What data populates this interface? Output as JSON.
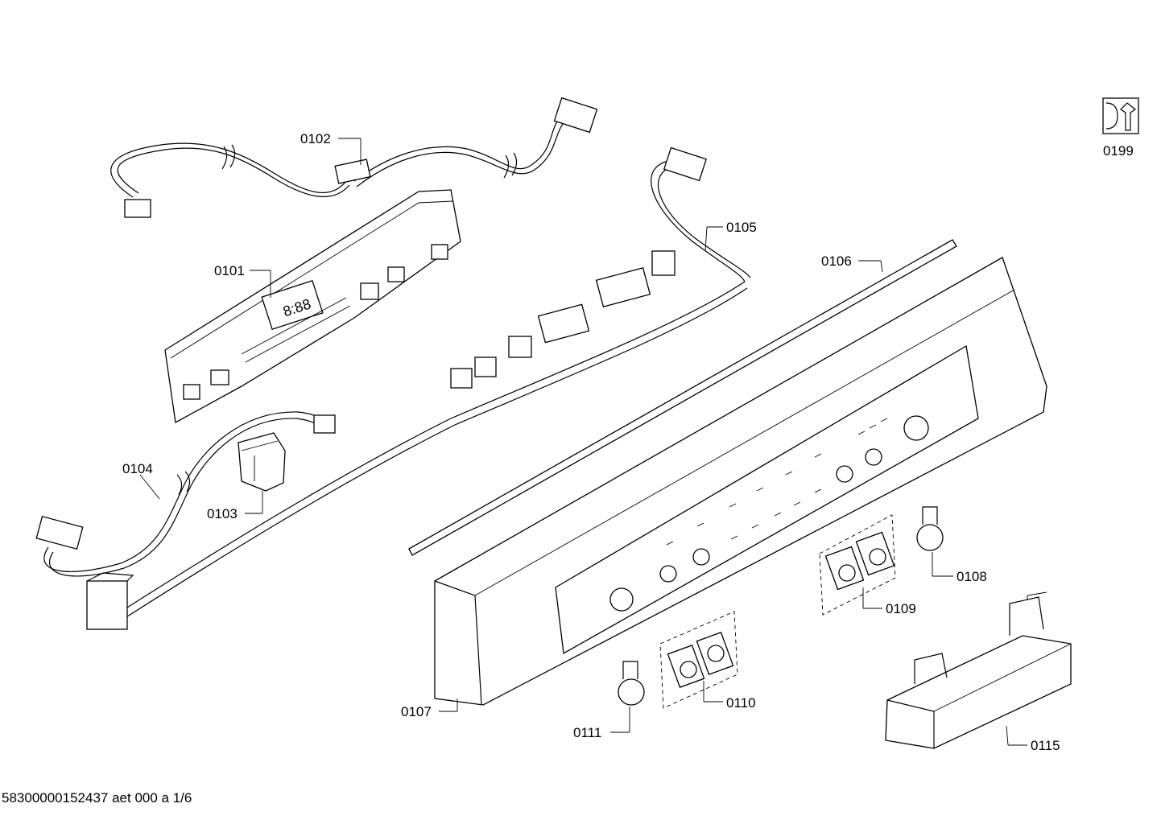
{
  "title": "",
  "footer_code": "58300000152437 aet 000 a 1/6",
  "service_icon": "wrench-service-icon",
  "labels": {
    "p0199": "0199",
    "p0102": "0102",
    "p0105": "0105",
    "p0106": "0106",
    "p0101": "0101",
    "p0104": "0104",
    "p0103": "0103",
    "p0107": "0107",
    "p0108": "0108",
    "p0109": "0109",
    "p0110": "0110",
    "p0111": "0111",
    "p0115": "0115"
  },
  "display_readout": "8:88"
}
